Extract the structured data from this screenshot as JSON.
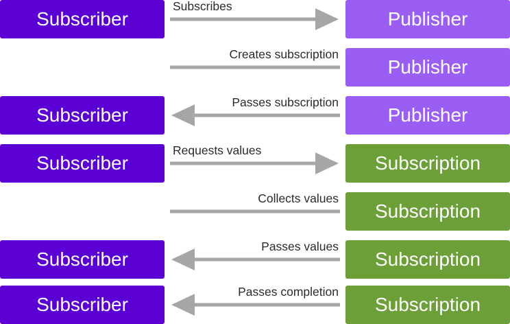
{
  "diagram": {
    "colors": {
      "subscriber": "#5b00d4",
      "publisher": "#9b5ef4",
      "subscription": "#6c9f38",
      "connector": "#a6a6a6"
    },
    "rows": [
      {
        "left": "Subscriber",
        "label": "Subscribes",
        "direction": "right",
        "right": "Publisher",
        "right_kind": "publisher"
      },
      {
        "left": "",
        "label": "Creates subscription",
        "direction": "none",
        "right": "Publisher",
        "right_kind": "publisher"
      },
      {
        "left": "Subscriber",
        "label": "Passes subscription",
        "direction": "left",
        "right": "Publisher",
        "right_kind": "publisher"
      },
      {
        "left": "Subscriber",
        "label": "Requests values",
        "direction": "right",
        "right": "Subscription",
        "right_kind": "subscription"
      },
      {
        "left": "",
        "label": "Collects values",
        "direction": "none",
        "right": "Subscription",
        "right_kind": "subscription"
      },
      {
        "left": "Subscriber",
        "label": "Passes values",
        "direction": "left",
        "right": "Subscription",
        "right_kind": "subscription"
      },
      {
        "left": "Subscriber",
        "label": "Passes completion",
        "direction": "left",
        "right": "Subscription",
        "right_kind": "subscription"
      }
    ]
  }
}
